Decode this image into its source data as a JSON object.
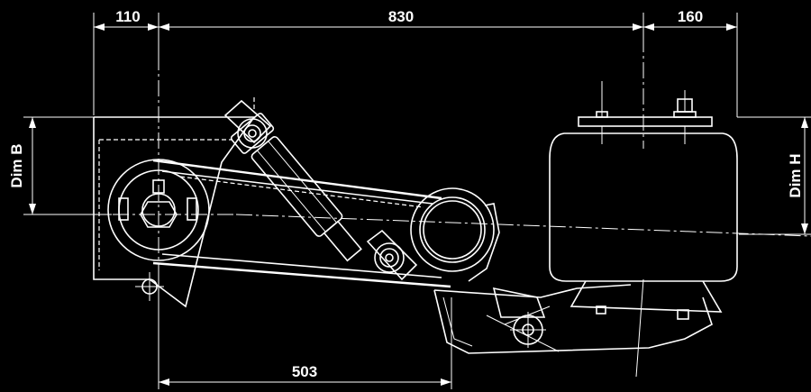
{
  "dimensions": {
    "top_left": "110",
    "top_middle": "830",
    "top_right": "160",
    "bottom": "503",
    "left_vertical": "Dim B",
    "right_vertical": "Dim H"
  }
}
